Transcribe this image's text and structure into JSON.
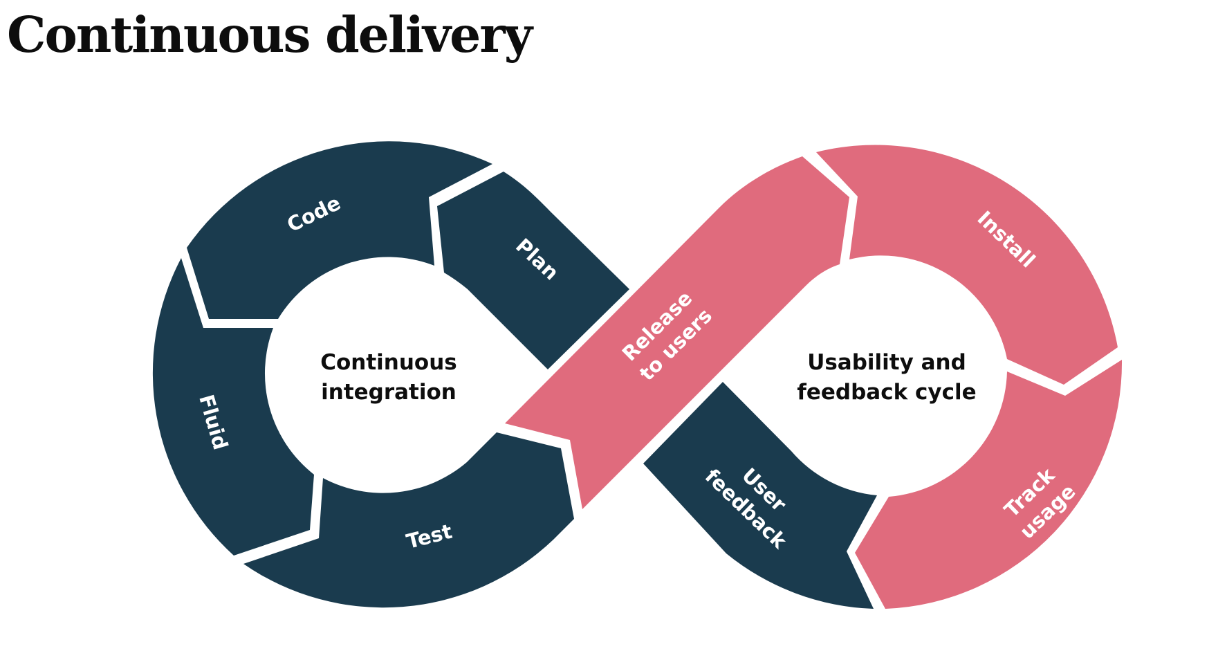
{
  "title": "Continuous delivery",
  "colors": {
    "dark": "#1a3b4e",
    "pink": "#e06b7d",
    "text": "#0d0d0d"
  },
  "left_loop": {
    "center_lines": [
      "Continuous",
      "integration"
    ],
    "segments": {
      "code": "Code",
      "plan": "Plan",
      "fluid": "Fluid",
      "test": "Test"
    }
  },
  "right_loop": {
    "center_lines": [
      "Usability and",
      "feedback cycle"
    ],
    "segments": {
      "install": "Install",
      "track_usage": [
        "Track",
        "usage"
      ],
      "user_feedback": [
        "User",
        "feedback"
      ]
    }
  },
  "crossover": {
    "release_to_users": [
      "Release",
      "to users"
    ]
  }
}
